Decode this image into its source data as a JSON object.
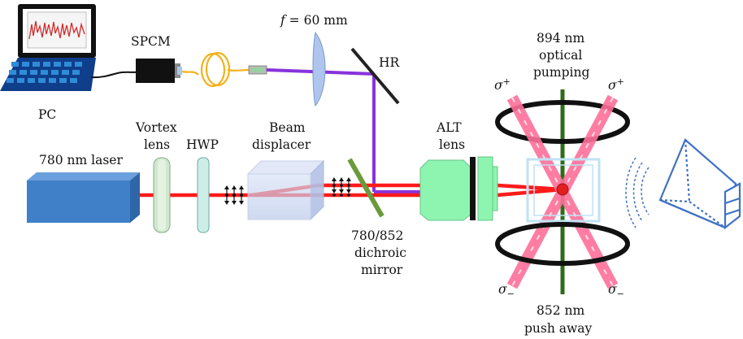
{
  "labels": {
    "pc": "PC",
    "spcm": "SPCM",
    "focal_f": "f",
    "focal_rest": " = 60 mm",
    "hr": "HR",
    "laser": "780 nm laser",
    "vortex_line1": "Vortex",
    "vortex_line2": "lens",
    "hwp": "HWP",
    "beam_line1": "Beam",
    "beam_line2": "displacer",
    "alt_line1": "ALT",
    "alt_line2": "lens",
    "pump_line1": "894 nm",
    "pump_line2": "optical",
    "pump_line3": "pumping",
    "dichroic_line1": "780/852",
    "dichroic_line2": "dichroic",
    "dichroic_line3": "mirror",
    "push_line1": "852 nm",
    "push_line2": "push away",
    "sigma_symbol": "σ",
    "sigma_plus": "+",
    "sigma_minus": "−"
  },
  "colors": {
    "laser_beam": "#ff1a1a",
    "purple_beam": "#8833dd",
    "mot_beam": "#ff6f9a",
    "push_beam": "#2f6b1a",
    "laser_box": "#3f80c8",
    "alt_lens": "#8ef5b0",
    "dichroic": "#6b9a3c",
    "beam_displacer": "#c7d3ee",
    "cell": "#bfe2f5",
    "camera": "#3f72c4"
  }
}
